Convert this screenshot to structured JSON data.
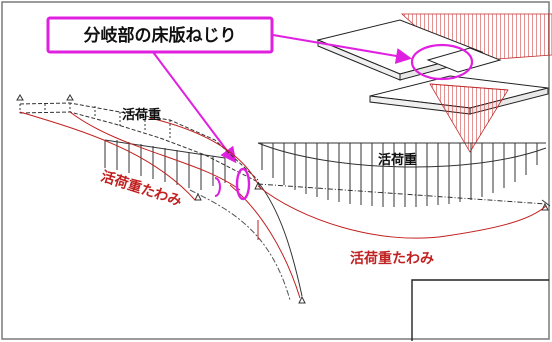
{
  "callout": {
    "text": "分岐部の床版ねじり"
  },
  "labels": {
    "live_load_left": "活荷重",
    "live_load_right": "活荷重",
    "deflection_left": "活荷重たわみ",
    "deflection_right": "活荷重たわみ"
  },
  "colors": {
    "highlight": "#e020e0",
    "deflection": "#c02020",
    "hatch": "#d04848",
    "frame": "#303030"
  }
}
